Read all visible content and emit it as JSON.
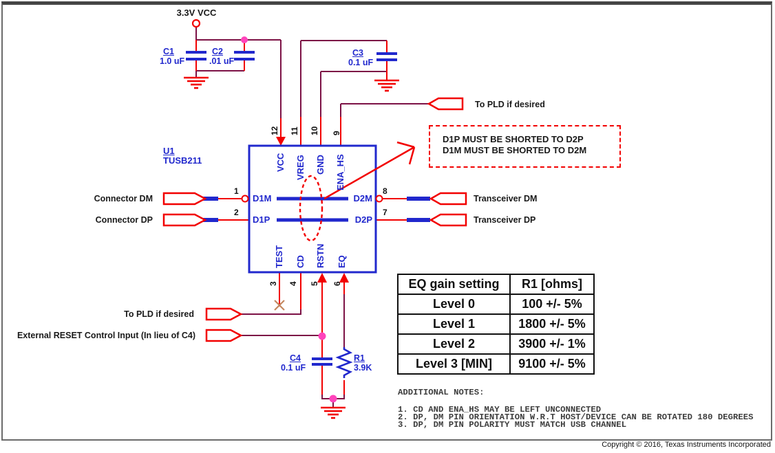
{
  "power": {
    "net_label": "3.3V VCC"
  },
  "chip": {
    "ref": "U1",
    "part": "TUSB211",
    "pins": {
      "top": [
        {
          "num": "12",
          "name": "VCC"
        },
        {
          "num": "11",
          "name": "VREG"
        },
        {
          "num": "10",
          "name": "GND"
        },
        {
          "num": "9",
          "name": "ENA_HS"
        }
      ],
      "left": [
        {
          "num": "1",
          "name": "D1M"
        },
        {
          "num": "2",
          "name": "D1P"
        }
      ],
      "right": [
        {
          "num": "8",
          "name": "D2M"
        },
        {
          "num": "7",
          "name": "D2P"
        }
      ],
      "bottom": [
        {
          "num": "3",
          "name": "TEST"
        },
        {
          "num": "4",
          "name": "CD"
        },
        {
          "num": "5",
          "name": "RSTN"
        },
        {
          "num": "6",
          "name": "EQ"
        }
      ]
    }
  },
  "components": {
    "c1": {
      "ref": "C1",
      "value": "1.0 uF"
    },
    "c2": {
      "ref": "C2",
      "value": ".01 uF"
    },
    "c3": {
      "ref": "C3",
      "value": "0.1 uF"
    },
    "c4": {
      "ref": "C4",
      "value": "0.1 uF"
    },
    "r1": {
      "ref": "R1",
      "value": "3.9K"
    }
  },
  "net_labels": {
    "connector_dm": "Connector DM",
    "connector_dp": "Connector DP",
    "transceiver_dm": "Transceiver DM",
    "transceiver_dp": "Transceiver DP",
    "to_pld_top": "To PLD if desired",
    "to_pld_bottom": "To PLD if desired",
    "external_reset": "External RESET Control Input (In lieu of C4)"
  },
  "callout": {
    "line1": "D1P MUST BE SHORTED TO D2P",
    "line2": "D1M MUST BE SHORTED TO D2M"
  },
  "table": {
    "headers": [
      "EQ gain setting",
      "R1 [ohms]"
    ],
    "rows": [
      [
        "Level 0",
        "100 +/- 5%"
      ],
      [
        "Level 1",
        "1800 +/- 5%"
      ],
      [
        "Level 2",
        "3900 +/- 1%"
      ],
      [
        "Level 3 [MIN]",
        "9100 +/- 5%"
      ]
    ]
  },
  "notes": {
    "title": "ADDITIONAL NOTES:",
    "items": [
      "1. CD AND ENA_HS MAY BE LEFT UNCONNECTED",
      "2. DP, DM PIN ORIENTATION W.R.T HOST/DEVICE CAN BE ROTATED 180 DEGREES",
      "3. DP, DM PIN POLARITY MUST MATCH USB CHANNEL"
    ]
  },
  "footer": {
    "copyright": "Copyright © 2016, Texas Instruments Incorporated"
  },
  "colors": {
    "wire_maroon": "#7c1145",
    "pin_red": "#f20000",
    "component_blue": "#2128cd",
    "junction_magenta": "#ff44bb",
    "no_connect_tan": "#c4875f",
    "frame_gray": "#6b6b6b"
  }
}
